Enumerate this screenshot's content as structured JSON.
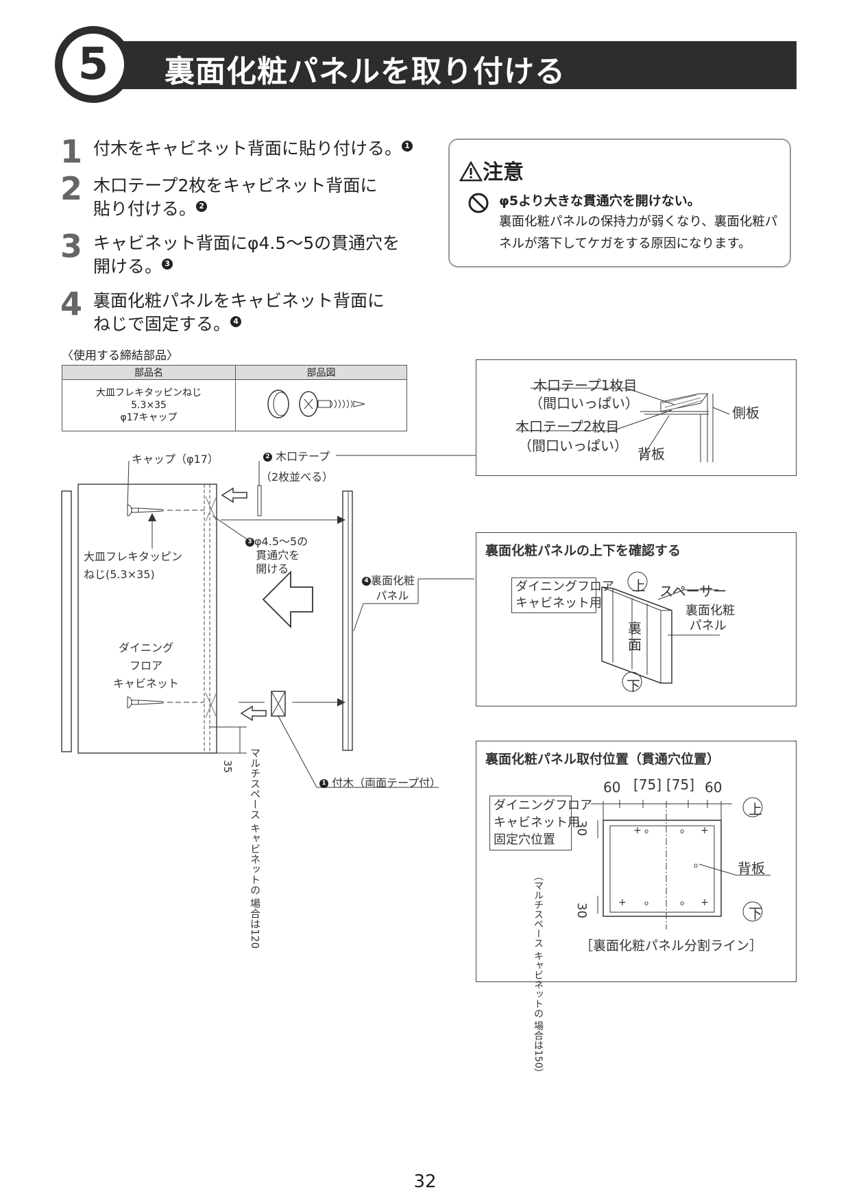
{
  "header": {
    "step_number": "5",
    "title": "裏面化粧パネルを取り付ける"
  },
  "steps": [
    {
      "num": "1",
      "line1": "付木をキャビネット背面に貼り付ける。",
      "ref": "1"
    },
    {
      "num": "2",
      "line1": "木口テープ2枚をキャビネット背面に",
      "line2": "貼り付ける。",
      "ref": "2"
    },
    {
      "num": "3",
      "line1": "キャビネット背面にφ4.5〜5の貫通穴を",
      "line2": "開ける。",
      "ref": "3"
    },
    {
      "num": "4",
      "line1": "裏面化粧パネルをキャビネット背面に",
      "line2": "ねじで固定する。",
      "ref": "4"
    }
  ],
  "caution": {
    "title": "注意",
    "main": "φ5より大きな貫通穴を開けない。",
    "body": "裏面化粧パネルの保持力が弱くなり、裏面化粧パネルが落下してケガをする原因になります。"
  },
  "parts_table": {
    "caption": "〈使用する締結部品〉",
    "headers": [
      "部品名",
      "部品図"
    ],
    "row": {
      "line1": "大皿フレキタッピンねじ",
      "line2": "5.3×35",
      "line3": "φ17キャップ"
    }
  },
  "main_diagram": {
    "cap": "キャップ（φ17）",
    "tape_num": "2",
    "tape": "木口テープ",
    "tape_note": "（2枚並べる）",
    "screw1": "大皿フレキタッピン",
    "screw2": "ねじ(5.3×35)",
    "hole_num": "3",
    "hole1": "φ4.5〜5の",
    "hole2": "貫通穴を",
    "hole3": "開ける",
    "panel_num": "4",
    "panel1": "裏面化粧",
    "panel2": "パネル",
    "cab1": "ダイニング",
    "cab2": "フロア",
    "cab3": "キャビネット",
    "dim": "35",
    "multi": "マルチスペース キャビネットの 場合は120",
    "wood_num": "1",
    "wood": "付木（両面テープ付）"
  },
  "tape_detail": {
    "t1": "木口テープ1枚目",
    "t1s": "（間口いっぱい）",
    "t2": "木口テープ2枚目",
    "t2s": "（間口いっぱい）",
    "side": "側板",
    "back": "背板"
  },
  "orientation_box": {
    "title": "裏面化粧パネルの上下を確認する",
    "tag1": "ダイニングフロア",
    "tag2": "キャビネット用",
    "top": "上",
    "bottom": "下",
    "spacer": "スペーサー",
    "panel1": "裏面化粧",
    "panel2": "パネル",
    "back1": "裏",
    "back2": "面"
  },
  "position_box": {
    "title": "裏面化粧パネル取付位置（貫通穴位置）",
    "d1": "60",
    "d2": "[75]",
    "d3": "[75]",
    "d4": "60",
    "tag1": "ダイニングフロア",
    "tag2": "キャビネット用",
    "tag3": "固定穴位置",
    "dim_top": "30",
    "dim_bottom": "30",
    "multi": "（マルチスペース キャビネットの 場合は150）",
    "top": "上",
    "bottom": "下",
    "back": "背板",
    "split": "［裏面化粧パネル分割ライン］"
  },
  "page_number": "32"
}
